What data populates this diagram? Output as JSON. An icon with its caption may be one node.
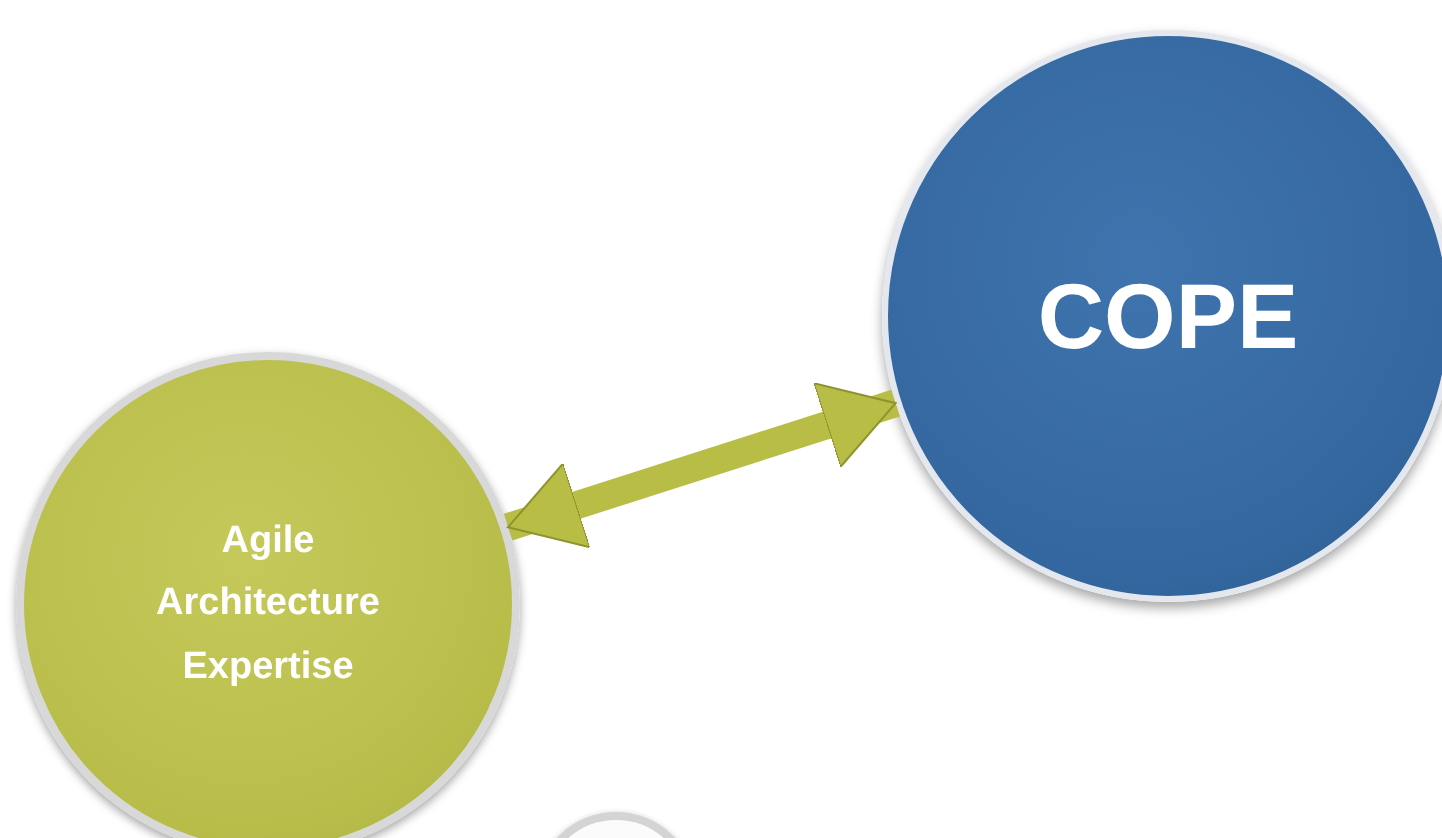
{
  "diagram": {
    "nodes": [
      {
        "text": [
          "COPE"
        ]
      },
      {
        "text": [
          "Agile Architecture Expertise"
        ]
      },
      {
        "text": [],
        "shape": "circle"
      }
    ],
    "edges": [
      {
        "from": 1,
        "to": 0,
        "arrow": "both"
      }
    ]
  }
}
